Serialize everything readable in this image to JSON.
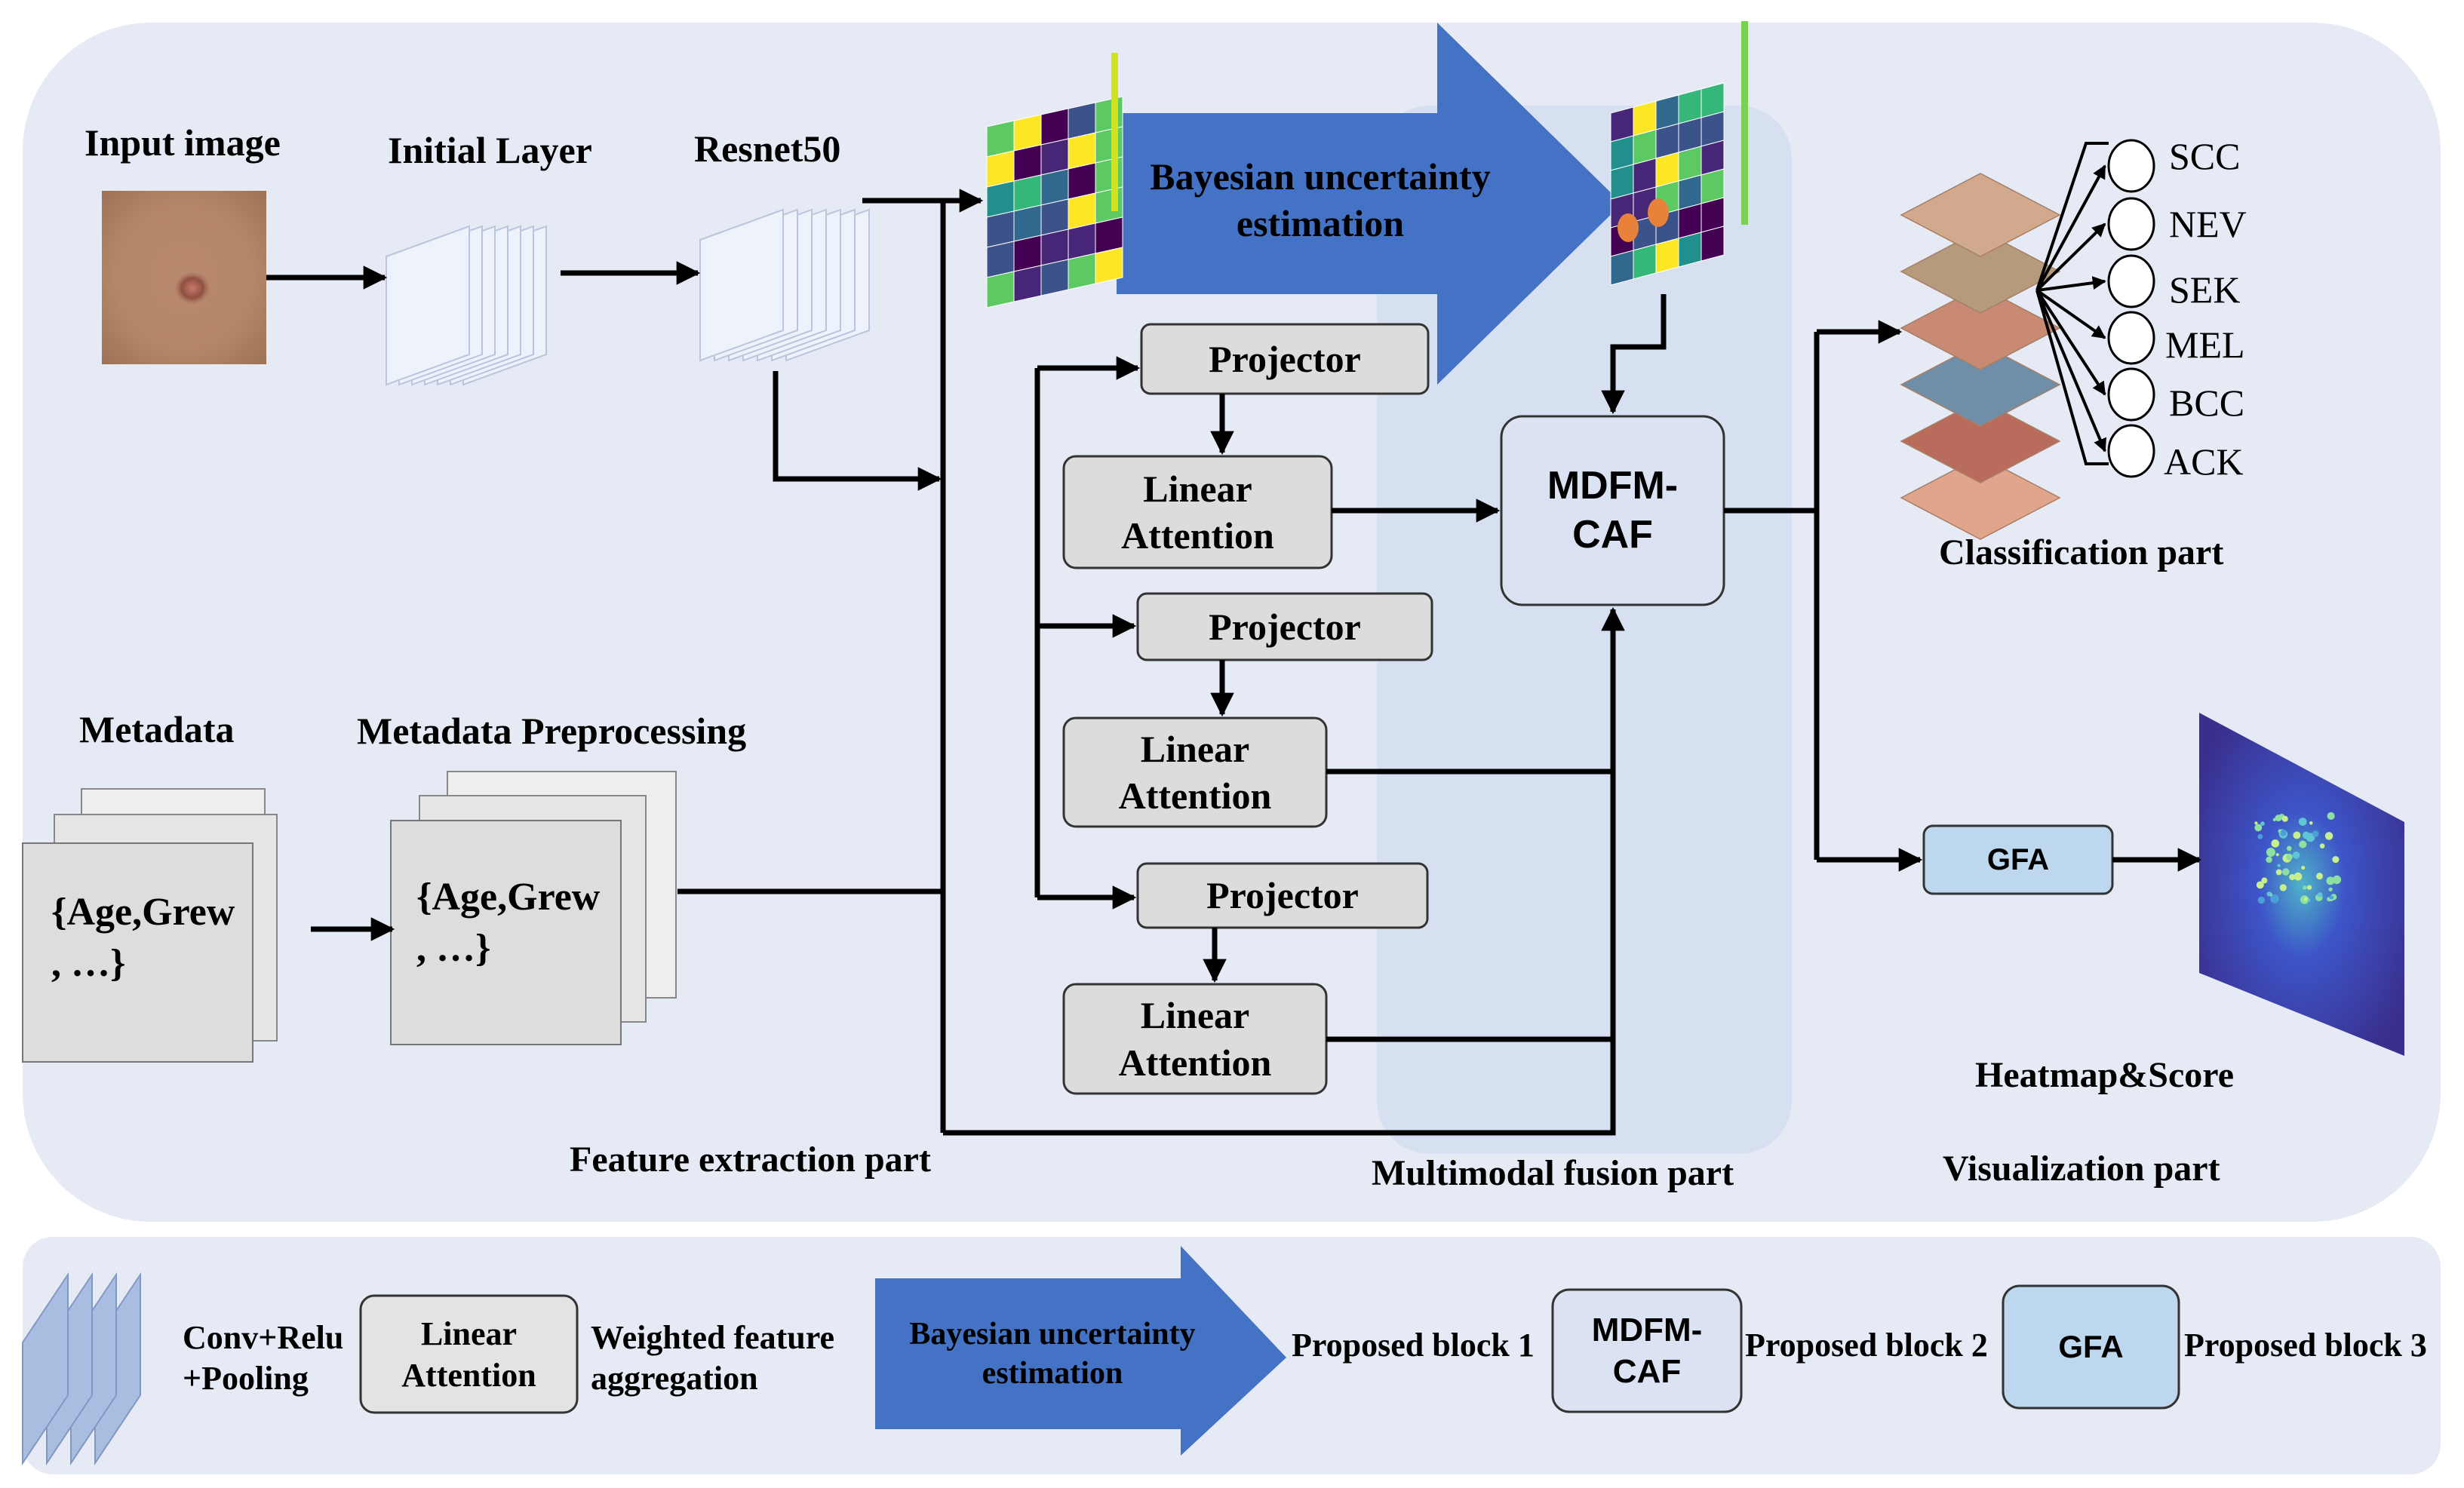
{
  "main": {
    "input_image": "Input image",
    "initial_layer": "Initial Layer",
    "resnet50": "Resnet50",
    "metadata": "Metadata",
    "metadata_preprocessing": "Metadata Preprocessing",
    "metadata_content_line1": "{Age,Grew",
    "metadata_content_line2": ", …}",
    "bayesian_line1": "Bayesian uncertainty",
    "bayesian_line2": "estimation",
    "projector": "Projector",
    "linear_attention_line1": "Linear",
    "linear_attention_line2": "Attention",
    "mdfm_line1": "MDFM-",
    "mdfm_line2": "CAF",
    "gfa": "GFA",
    "classes": [
      "SCC",
      "NEV",
      "SEK",
      "MEL",
      "BCC",
      "ACK"
    ],
    "classification_part": "Classification part",
    "heatmap_score": "Heatmap&Score",
    "feature_extraction_part": "Feature extraction part",
    "multimodal_fusion_part": "Multimodal fusion part",
    "visualization_part": "Visualization part"
  },
  "legend": {
    "conv_line1": "Conv+Relu",
    "conv_line2": "+Pooling",
    "linear_line1": "Linear",
    "linear_line2": "Attention",
    "weighted_line1": "Weighted feature",
    "weighted_line2": "aggregation",
    "bayesian_line1": "Bayesian uncertainty",
    "bayesian_line2": "estimation",
    "proposed_block_1": "Proposed block 1",
    "mdfm_line1": "MDFM-",
    "mdfm_line2": "CAF",
    "proposed_block_2": "Proposed block 2",
    "gfa": "GFA",
    "proposed_block_3": "Proposed block 3"
  },
  "colors": {
    "panel_bg": "#e6eaf4",
    "fusion_bg": "#d7e0f1",
    "arrow_blue": "#4472c4",
    "gray_box": "#dcdcdc",
    "gfa_box": "#bdd7ee",
    "layer_plate": "#c9d4e8"
  }
}
